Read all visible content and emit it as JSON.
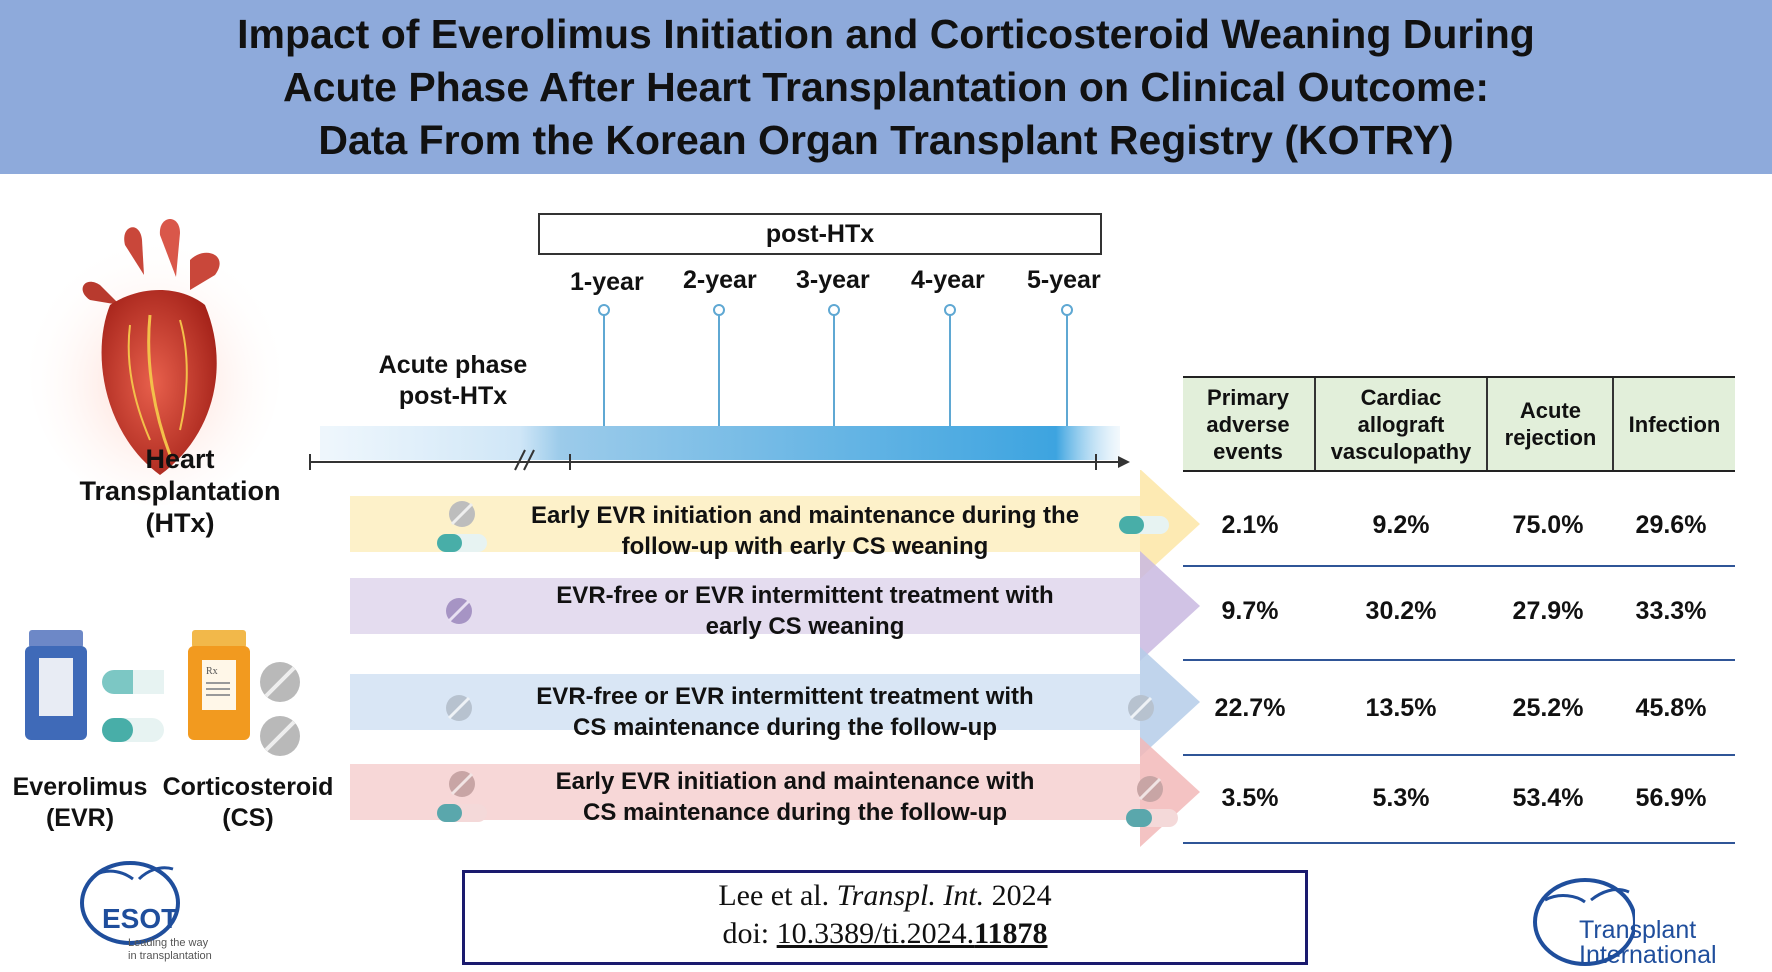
{
  "title": {
    "line1": "Impact of Everolimus Initiation and Corticosteroid Weaning During",
    "line2": "Acute Phase After Heart Transplantation on Clinical Outcome:",
    "line3": "Data From the Korean Organ Transplant Registry (KOTRY)"
  },
  "left_panel": {
    "heart_label_1": "Heart",
    "heart_label_2": "Transplantation",
    "heart_label_3": "(HTx)",
    "evr_label_1": "Everolimus",
    "evr_label_2": "(EVR)",
    "cs_label_1": "Corticosteroid",
    "cs_label_2": "(CS)",
    "bottle_label": "Rx"
  },
  "timeline": {
    "post_htx_label": "post-HTx",
    "acute_phase_1": "Acute phase",
    "acute_phase_2": "post-HTx",
    "years": [
      "1-year",
      "2-year",
      "3-year",
      "4-year",
      "5-year"
    ]
  },
  "table": {
    "headers": [
      [
        "Primary",
        "adverse",
        "events"
      ],
      [
        "Cardiac",
        "allograft",
        "vasculopathy"
      ],
      [
        "Acute",
        "rejection"
      ],
      [
        "Infection"
      ]
    ],
    "rows": [
      {
        "label_1": "Early EVR initiation and maintenance during the",
        "label_2": "follow-up with early CS weaning",
        "color": "#fdf1c9",
        "tip": "#fde6a6",
        "values": [
          "2.1%",
          "9.2%",
          "75.0%",
          "29.6%"
        ]
      },
      {
        "label_1": "EVR-free or EVR intermittent treatment with",
        "label_2": "early  CS weaning",
        "color": "#e4dcef",
        "tip": "#c9b8e0",
        "values": [
          "9.7%",
          "30.2%",
          "27.9%",
          "33.3%"
        ]
      },
      {
        "label_1": "EVR-free or EVR intermittent treatment with",
        "label_2": "CS maintenance during the follow-up",
        "color": "#d9e6f5",
        "tip": "#b5cde9",
        "values": [
          "22.7%",
          "13.5%",
          "25.2%",
          "45.8%"
        ]
      },
      {
        "label_1": "Early EVR initiation and maintenance with",
        "label_2": "CS maintenance during the follow-up",
        "color": "#f7d7d7",
        "tip": "#f2b9b9",
        "values": [
          "3.5%",
          "5.3%",
          "53.4%",
          "56.9%"
        ]
      }
    ]
  },
  "reference": {
    "authors": "Lee et al. ",
    "journal": "Transpl. Int.",
    "year": " 2024",
    "doi_prefix": "doi: ",
    "doi_link": "10.3389/ti.2024.",
    "doi_id": "11878"
  },
  "logos": {
    "esot_name": "ESOT",
    "esot_tagline_1": "Leading the way",
    "esot_tagline_2": "in transplantation",
    "ti_name_1": "Transplant",
    "ti_name_2": "International"
  },
  "colors": {
    "title_band": "#8eaadb",
    "timeline_blue": "#4aa3df",
    "table_header": "#e2efda",
    "row_rule": "#2f5597",
    "ref_border": "#1a1a6e",
    "logo_blue": "#1f4e9c"
  }
}
